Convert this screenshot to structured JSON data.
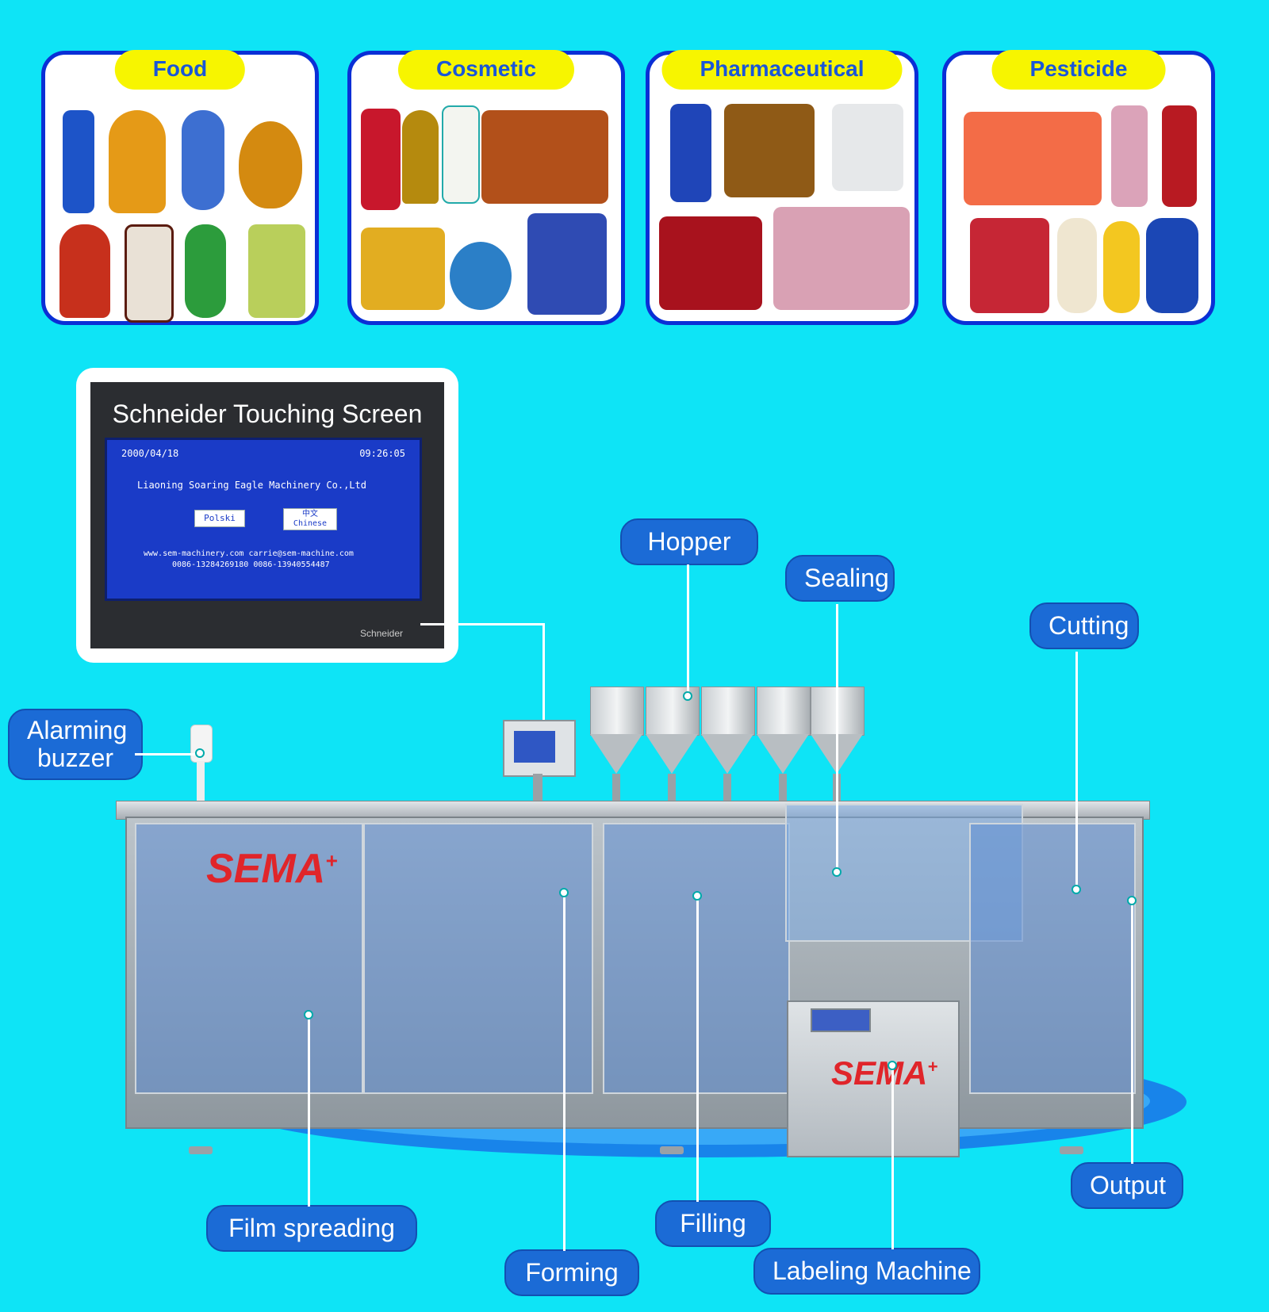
{
  "categories": [
    {
      "label": "Food"
    },
    {
      "label": "Cosmetic"
    },
    {
      "label": "Pharmaceutical"
    },
    {
      "label": "Pesticide"
    }
  ],
  "screen": {
    "title": "Schneider Touching Screen",
    "date": "2000/04/18",
    "time": "09:26:05",
    "company": "Liaoning Soaring Eagle Machinery Co.,Ltd",
    "button_polski": "Polski",
    "button_chinese_top": "中文",
    "button_chinese_bottom": "Chinese",
    "contact_line1": "www.sem-machinery.com carrie@sem-machine.com",
    "contact_line2": "0086-13284269180 0086-13940554487",
    "brand": "Schneider"
  },
  "callouts": {
    "hopper": "Hopper",
    "sealing": "Sealing",
    "cutting": "Cutting",
    "alarming_buzzer_line1": "Alarming",
    "alarming_buzzer_line2": "buzzer",
    "film_spreading": "Film spreading",
    "forming": "Forming",
    "filling": "Filling",
    "labeling_machine": "Labeling Machine",
    "output": "Output"
  },
  "machine": {
    "logo_text": "SEMA",
    "logo_sup": "+"
  }
}
